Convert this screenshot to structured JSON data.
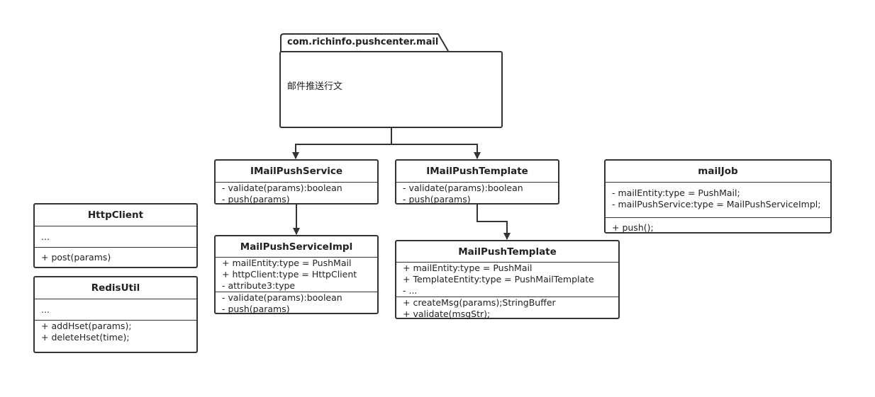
{
  "package": {
    "name": "com.richinfo.pushcenter.mail",
    "note": "邮件推送行文"
  },
  "classes": {
    "imail_push_service": {
      "name": "IMailPushService",
      "methods": [
        "- validate(params):boolean",
        "- push(params)"
      ]
    },
    "imail_push_template": {
      "name": "IMailPushTemplate",
      "methods": [
        "- validate(params):boolean",
        "- push(params)"
      ]
    },
    "mail_job": {
      "name": "mailJob",
      "attributes": [
        "- mailEntity:type = PushMail;",
        "- mailPushService:type = MailPushServiceImpl;"
      ],
      "methods": [
        "+ push();"
      ]
    },
    "http_client": {
      "name": "HttpClient",
      "attributes": [
        "..."
      ],
      "methods": [
        "+ post(params)"
      ]
    },
    "redis_util": {
      "name": "RedisUtil",
      "attributes": [
        "..."
      ],
      "methods": [
        "+ addHset(params);",
        "+ deleteHset(time);"
      ]
    },
    "mail_push_service_impl": {
      "name": "MailPushServiceImpl",
      "attributes": [
        "+ mailEntity:type = PushMail",
        "+ httpClient:type = HttpClient",
        "- attribute3:type"
      ],
      "methods": [
        "- validate(params):boolean",
        "- push(params)"
      ]
    },
    "mail_push_template": {
      "name": "MailPushTemplate",
      "attributes": [
        "+ mailEntity:type = PushMail",
        "+ TemplateEntity:type = PushMailTemplate",
        "- ..."
      ],
      "methods": [
        "+ createMsg(params);StringBuffer",
        "+ validate(msgStr);"
      ]
    }
  }
}
